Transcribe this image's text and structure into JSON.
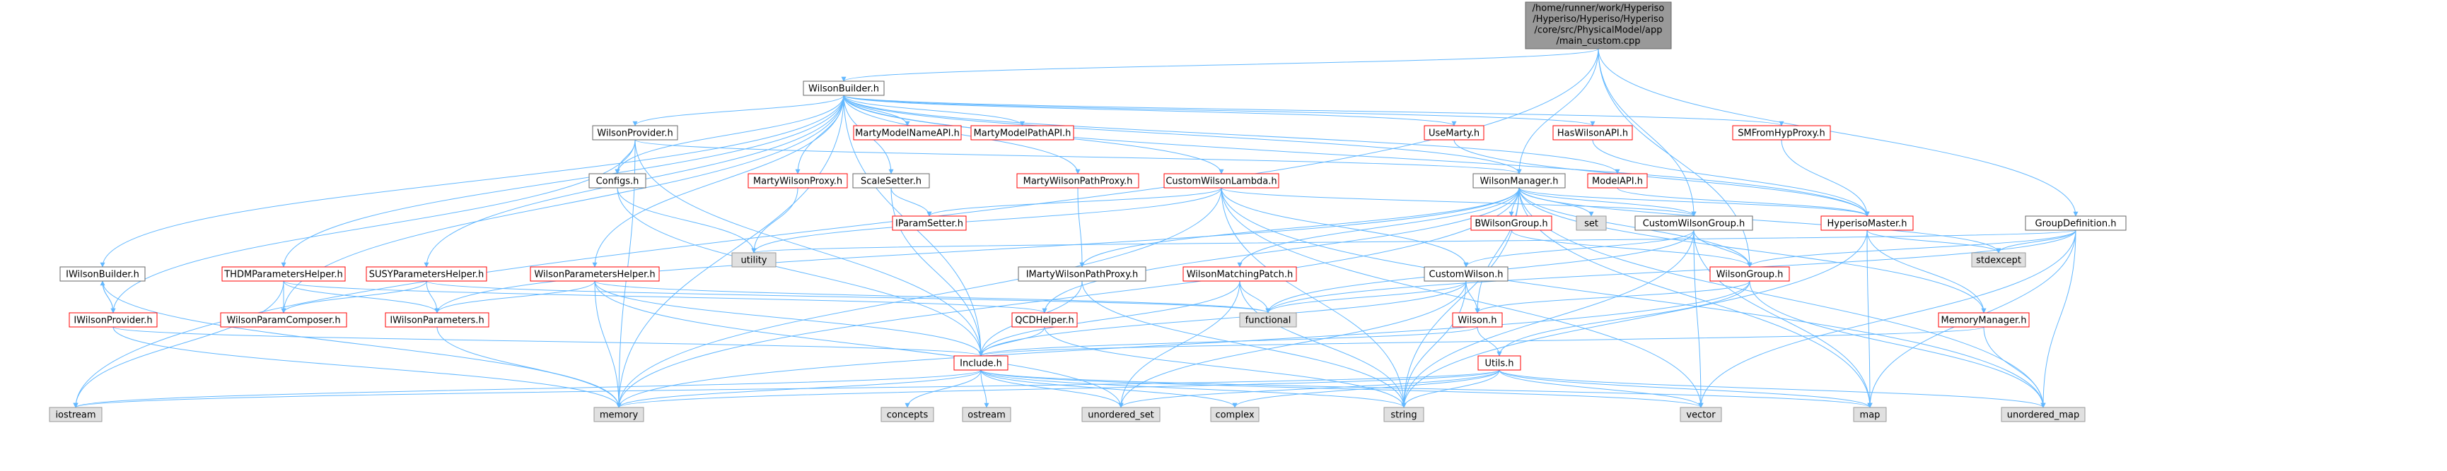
{
  "graph": {
    "title": "",
    "colors": {
      "edge": "#63b8ff",
      "node_border_default": "#666666",
      "node_border_red": "#ff0000",
      "node_fill": "#ffffff",
      "system_fill": "#e0e0e0",
      "system_border": "#999999",
      "root_fill": "#999999",
      "root_border": "#666666",
      "text": "#000000"
    },
    "root": {
      "label_lines": [
        "/home/runner/work/Hyperiso",
        "/Hyperiso/Hyperiso/Hyperiso",
        "/core/src/PhysicalModel/app",
        "/main_custom.cpp"
      ]
    },
    "nodes": [
      {
        "id": "WilsonBuilder",
        "label": "WilsonBuilder.h",
        "kind": "default"
      },
      {
        "id": "WilsonManager",
        "label": "WilsonManager.h",
        "kind": "default"
      },
      {
        "id": "CustomWilsonGroup",
        "label": "CustomWilsonGroup.h",
        "kind": "default"
      },
      {
        "id": "GroupDefinition",
        "label": "GroupDefinition.h",
        "kind": "default"
      },
      {
        "id": "WilsonProvider",
        "label": "WilsonProvider.h",
        "kind": "default"
      },
      {
        "id": "Configs",
        "label": "Configs.h",
        "kind": "default"
      },
      {
        "id": "ScaleSetter",
        "label": "ScaleSetter.h",
        "kind": "default"
      },
      {
        "id": "CustomWilson",
        "label": "CustomWilson.h",
        "kind": "default"
      },
      {
        "id": "IWilsonBuilder",
        "label": "IWilsonBuilder.h",
        "kind": "default"
      },
      {
        "id": "IMartyWilsonPathProxy",
        "label": "IMartyWilsonPathProxy.h",
        "kind": "default"
      },
      {
        "id": "MartyModelNameAPI",
        "label": "MartyModelNameAPI.h",
        "kind": "red"
      },
      {
        "id": "MartyModelPathAPI",
        "label": "MartyModelPathAPI.h",
        "kind": "red"
      },
      {
        "id": "UseMarty",
        "label": "UseMarty.h",
        "kind": "red"
      },
      {
        "id": "HasWilsonAPI",
        "label": "HasWilsonAPI.h",
        "kind": "red"
      },
      {
        "id": "SMFromHypProxy",
        "label": "SMFromHypProxy.h",
        "kind": "red"
      },
      {
        "id": "MartyWilsonProxy",
        "label": "MartyWilsonProxy.h",
        "kind": "red"
      },
      {
        "id": "MartyWilsonPathProxy",
        "label": "MartyWilsonPathProxy.h",
        "kind": "red"
      },
      {
        "id": "CustomWilsonLambda",
        "label": "CustomWilsonLambda.h",
        "kind": "red"
      },
      {
        "id": "ModelAPI",
        "label": "ModelAPI.h",
        "kind": "red"
      },
      {
        "id": "IParamSetter",
        "label": "IParamSetter.h",
        "kind": "red"
      },
      {
        "id": "BWilsonGroup",
        "label": "BWilsonGroup.h",
        "kind": "red"
      },
      {
        "id": "HyperisoMaster",
        "label": "HyperisoMaster.h",
        "kind": "red"
      },
      {
        "id": "THDMParametersHelper",
        "label": "THDMParametersHelper.h",
        "kind": "red"
      },
      {
        "id": "SUSYParametersHelper",
        "label": "SUSYParametersHelper.h",
        "kind": "red"
      },
      {
        "id": "WilsonParametersHelper",
        "label": "WilsonParametersHelper.h",
        "kind": "red"
      },
      {
        "id": "WilsonMatchingPatch",
        "label": "WilsonMatchingPatch.h",
        "kind": "red"
      },
      {
        "id": "WilsonGroup",
        "label": "WilsonGroup.h",
        "kind": "red"
      },
      {
        "id": "IWilsonProvider",
        "label": "IWilsonProvider.h",
        "kind": "red"
      },
      {
        "id": "WilsonParamComposer",
        "label": "WilsonParamComposer.h",
        "kind": "red"
      },
      {
        "id": "IWilsonParameters",
        "label": "IWilsonParameters.h",
        "kind": "red"
      },
      {
        "id": "QCDHelper",
        "label": "QCDHelper.h",
        "kind": "red"
      },
      {
        "id": "Wilson",
        "label": "Wilson.h",
        "kind": "red"
      },
      {
        "id": "MemoryManager",
        "label": "MemoryManager.h",
        "kind": "red"
      },
      {
        "id": "Include",
        "label": "Include.h",
        "kind": "red"
      },
      {
        "id": "Utils",
        "label": "Utils.h",
        "kind": "red"
      },
      {
        "id": "utility",
        "label": "utility",
        "kind": "system"
      },
      {
        "id": "set",
        "label": "set",
        "kind": "system"
      },
      {
        "id": "stdexcept",
        "label": "stdexcept",
        "kind": "system"
      },
      {
        "id": "functional",
        "label": "functional",
        "kind": "system"
      },
      {
        "id": "iostream",
        "label": "iostream",
        "kind": "system"
      },
      {
        "id": "memory",
        "label": "memory",
        "kind": "system"
      },
      {
        "id": "concepts",
        "label": "concepts",
        "kind": "system"
      },
      {
        "id": "ostream",
        "label": "ostream",
        "kind": "system"
      },
      {
        "id": "unordered_set",
        "label": "unordered_set",
        "kind": "system"
      },
      {
        "id": "complex",
        "label": "complex",
        "kind": "system"
      },
      {
        "id": "string",
        "label": "string",
        "kind": "system"
      },
      {
        "id": "vector",
        "label": "vector",
        "kind": "system"
      },
      {
        "id": "map",
        "label": "map",
        "kind": "system"
      },
      {
        "id": "unordered_map",
        "label": "unordered_map",
        "kind": "system"
      }
    ],
    "edges": [
      [
        "root",
        "WilsonBuilder"
      ],
      [
        "root",
        "WilsonManager"
      ],
      [
        "root",
        "CustomWilsonGroup"
      ],
      [
        "root",
        "GroupDefinition"
      ],
      [
        "root",
        "iostream"
      ],
      [
        "root",
        "WilsonGroup"
      ],
      [
        "WilsonBuilder",
        "IWilsonBuilder"
      ],
      [
        "WilsonBuilder",
        "WilsonProvider"
      ],
      [
        "WilsonBuilder",
        "Configs"
      ],
      [
        "WilsonBuilder",
        "ScaleSetter"
      ],
      [
        "WilsonBuilder",
        "MartyWilsonProxy"
      ],
      [
        "WilsonBuilder",
        "MartyModelNameAPI"
      ],
      [
        "WilsonBuilder",
        "MartyModelPathAPI"
      ],
      [
        "WilsonBuilder",
        "MartyWilsonPathProxy"
      ],
      [
        "WilsonBuilder",
        "CustomWilsonLambda"
      ],
      [
        "WilsonBuilder",
        "UseMarty"
      ],
      [
        "WilsonBuilder",
        "HasWilsonAPI"
      ],
      [
        "WilsonBuilder",
        "SMFromHypProxy"
      ],
      [
        "WilsonBuilder",
        "ModelAPI"
      ],
      [
        "WilsonBuilder",
        "WilsonManager"
      ],
      [
        "WilsonBuilder",
        "THDMParametersHelper"
      ],
      [
        "WilsonBuilder",
        "SUSYParametersHelper"
      ],
      [
        "WilsonBuilder",
        "WilsonParametersHelper"
      ],
      [
        "WilsonBuilder",
        "WilsonParamComposer"
      ],
      [
        "WilsonBuilder",
        "Include"
      ],
      [
        "WilsonBuilder",
        "memory"
      ],
      [
        "WilsonBuilder",
        "HyperisoMaster"
      ],
      [
        "WilsonProvider",
        "Configs"
      ],
      [
        "WilsonProvider",
        "IWilsonProvider"
      ],
      [
        "WilsonProvider",
        "WilsonManager"
      ],
      [
        "WilsonProvider",
        "memory"
      ],
      [
        "WilsonProvider",
        "Include"
      ],
      [
        "Configs",
        "utility"
      ],
      [
        "Configs",
        "Include"
      ],
      [
        "ScaleSetter",
        "IParamSetter"
      ],
      [
        "ScaleSetter",
        "Include"
      ],
      [
        "MartyWilsonProxy",
        "utility"
      ],
      [
        "MartyWilsonPathProxy",
        "IMartyWilsonPathProxy"
      ],
      [
        "CustomWilsonLambda",
        "IParamSetter"
      ],
      [
        "CustomWilsonLambda",
        "CustomWilson"
      ],
      [
        "CustomWilsonLambda",
        "CustomWilsonGroup"
      ],
      [
        "CustomWilsonLambda",
        "memory"
      ],
      [
        "CustomWilsonLambda",
        "string"
      ],
      [
        "CustomWilsonLambda",
        "unordered_map"
      ],
      [
        "CustomWilsonLambda",
        "vector"
      ],
      [
        "CustomWilsonLambda",
        "utility"
      ],
      [
        "UseMarty",
        "HyperisoMaster"
      ],
      [
        "HasWilsonAPI",
        "HyperisoMaster"
      ],
      [
        "SMFromHypProxy",
        "HyperisoMaster"
      ],
      [
        "ModelAPI",
        "HyperisoMaster"
      ],
      [
        "WilsonManager",
        "HyperisoMaster"
      ],
      [
        "WilsonManager",
        "BWilsonGroup"
      ],
      [
        "WilsonManager",
        "set"
      ],
      [
        "WilsonManager",
        "CustomWilsonGroup"
      ],
      [
        "WilsonManager",
        "WilsonMatchingPatch"
      ],
      [
        "WilsonManager",
        "WilsonGroup"
      ],
      [
        "WilsonManager",
        "IMartyWilsonPathProxy"
      ],
      [
        "WilsonManager",
        "IWilsonParameters"
      ],
      [
        "WilsonManager",
        "QCDHelper"
      ],
      [
        "WilsonManager",
        "Wilson"
      ],
      [
        "WilsonManager",
        "memory"
      ],
      [
        "WilsonManager",
        "string"
      ],
      [
        "WilsonManager",
        "map"
      ],
      [
        "WilsonManager",
        "unordered_map"
      ],
      [
        "WilsonManager",
        "stdexcept"
      ],
      [
        "WilsonManager",
        "MemoryManager"
      ],
      [
        "BWilsonGroup",
        "WilsonGroup"
      ],
      [
        "CustomWilsonGroup",
        "WilsonGroup"
      ],
      [
        "CustomWilsonGroup",
        "CustomWilson"
      ],
      [
        "CustomWilsonGroup",
        "functional"
      ],
      [
        "CustomWilsonGroup",
        "string"
      ],
      [
        "CustomWilsonGroup",
        "vector"
      ],
      [
        "CustomWilsonGroup",
        "map"
      ],
      [
        "GroupDefinition",
        "WilsonGroup"
      ],
      [
        "GroupDefinition",
        "stdexcept"
      ],
      [
        "GroupDefinition",
        "utility"
      ],
      [
        "GroupDefinition",
        "vector"
      ],
      [
        "GroupDefinition",
        "map"
      ],
      [
        "GroupDefinition",
        "unordered_map"
      ],
      [
        "GroupDefinition",
        "functional"
      ],
      [
        "HyperisoMaster",
        "MemoryManager"
      ],
      [
        "HyperisoMaster",
        "stdexcept"
      ],
      [
        "HyperisoMaster",
        "string"
      ],
      [
        "HyperisoMaster",
        "map"
      ],
      [
        "IWilsonBuilder",
        "IWilsonProvider"
      ],
      [
        "IWilsonBuilder",
        "memory"
      ],
      [
        "IWilsonProvider",
        "IWilsonBuilder"
      ],
      [
        "IWilsonProvider",
        "Include"
      ],
      [
        "IWilsonProvider",
        "memory"
      ],
      [
        "THDMParametersHelper",
        "WilsonParamComposer"
      ],
      [
        "THDMParametersHelper",
        "IWilsonParameters"
      ],
      [
        "THDMParametersHelper",
        "QCDHelper"
      ],
      [
        "THDMParametersHelper",
        "iostream"
      ],
      [
        "SUSYParametersHelper",
        "WilsonParamComposer"
      ],
      [
        "SUSYParametersHelper",
        "IWilsonParameters"
      ],
      [
        "SUSYParametersHelper",
        "functional"
      ],
      [
        "WilsonParametersHelper",
        "IWilsonParameters"
      ],
      [
        "WilsonParametersHelper",
        "Include"
      ],
      [
        "WilsonParametersHelper",
        "memory"
      ],
      [
        "WilsonParametersHelper",
        "unordered_set"
      ],
      [
        "WilsonParametersHelper",
        "functional"
      ],
      [
        "IMartyWilsonPathProxy",
        "Include"
      ],
      [
        "IMartyWilsonPathProxy",
        "string"
      ],
      [
        "WilsonMatchingPatch",
        "Include"
      ],
      [
        "WilsonMatchingPatch",
        "functional"
      ],
      [
        "WilsonMatchingPatch",
        "unordered_set"
      ],
      [
        "WilsonMatchingPatch",
        "string"
      ],
      [
        "CustomWilson",
        "Wilson"
      ],
      [
        "CustomWilson",
        "functional"
      ],
      [
        "CustomWilson",
        "string"
      ],
      [
        "CustomWilson",
        "Include"
      ],
      [
        "CustomWilson",
        "unordered_set"
      ],
      [
        "WilsonGroup",
        "Wilson"
      ],
      [
        "WilsonGroup",
        "Utils"
      ],
      [
        "WilsonGroup",
        "memory"
      ],
      [
        "WilsonGroup",
        "unordered_map"
      ],
      [
        "Wilson",
        "Include"
      ],
      [
        "Wilson",
        "Utils"
      ],
      [
        "IWilsonParameters",
        "memory"
      ],
      [
        "QCDHelper",
        "Include"
      ],
      [
        "QCDHelper",
        "string"
      ],
      [
        "MemoryManager",
        "Include"
      ],
      [
        "MemoryManager",
        "unordered_map"
      ],
      [
        "Include",
        "concepts"
      ],
      [
        "Include",
        "ostream"
      ],
      [
        "Include",
        "unordered_set"
      ],
      [
        "Include",
        "complex"
      ],
      [
        "Include",
        "string"
      ],
      [
        "Include",
        "vector"
      ],
      [
        "Include",
        "map"
      ],
      [
        "Include",
        "memory"
      ],
      [
        "Include",
        "iostream"
      ],
      [
        "Utils",
        "memory"
      ],
      [
        "Utils",
        "vector"
      ],
      [
        "Utils",
        "map"
      ],
      [
        "Utils",
        "unordered_set"
      ],
      [
        "Utils",
        "complex"
      ],
      [
        "Utils",
        "string"
      ],
      [
        "Utils",
        "unordered_map"
      ],
      [
        "Utils",
        "iostream"
      ]
    ]
  }
}
